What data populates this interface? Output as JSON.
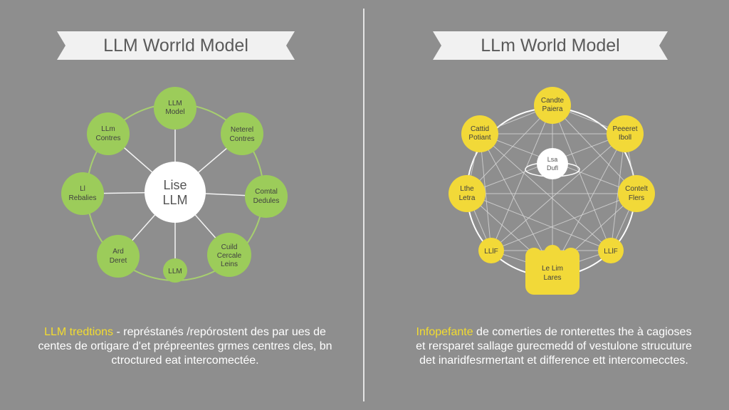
{
  "left": {
    "title": "LLM Worrld Model",
    "center_line1": "Lise",
    "center_line2": "LLM",
    "nodes": [
      {
        "line1": "LLM",
        "line2": "Model"
      },
      {
        "line1": "Neterel",
        "line2": "Contres"
      },
      {
        "line1": "Comtal",
        "line2": "Dedules"
      },
      {
        "line1": "Cuild",
        "line2": "Cercale",
        "line3": "Leins"
      },
      {
        "line1": "LLM",
        "line2": ""
      },
      {
        "line1": "Ard",
        "line2": "Deret"
      },
      {
        "line1": "Ll",
        "line2": "Rebalies"
      },
      {
        "line1": "LLm",
        "line2": "Contres"
      }
    ],
    "caption_highlight": "LLM tredtions",
    "caption_rest": " - représtanés /repórostent des par ues de centes de ortigare d'et prépreentes grmes centres cles, bn ctroctured eat intercomectée."
  },
  "right": {
    "title": "LLm World Model",
    "center_line1": "Lsa",
    "center_line2": "Dufl",
    "nodes": [
      {
        "line1": "Candte",
        "line2": "Paiera"
      },
      {
        "line1": "Peeeret",
        "line2": "Iboll"
      },
      {
        "line1": "Contelt",
        "line2": "Flers"
      },
      {
        "line1": "LLlF",
        "line2": ""
      },
      {
        "line1": "Le Lim",
        "line2": "Lares"
      },
      {
        "line1": "LLlF",
        "line2": ""
      },
      {
        "line1": "Lthe",
        "line2": "Letra"
      },
      {
        "line1": "Cattid",
        "line2": "Potiant"
      }
    ],
    "caption_highlight": "Infopefante",
    "caption_rest": " de comerties de ronterettes the à cagioses et rersparet sallage gurecmedd of vestulone strucuture det inaridfesrmertant et difference ett intercomecctes."
  },
  "colors": {
    "background": "#8e8e8e",
    "green_node": "#9ccc5a",
    "green_line": "#a7cf6f",
    "yellow_node": "#f2d938",
    "white": "#ffffff",
    "highlight_text": "#f3dc2f"
  },
  "icons": []
}
